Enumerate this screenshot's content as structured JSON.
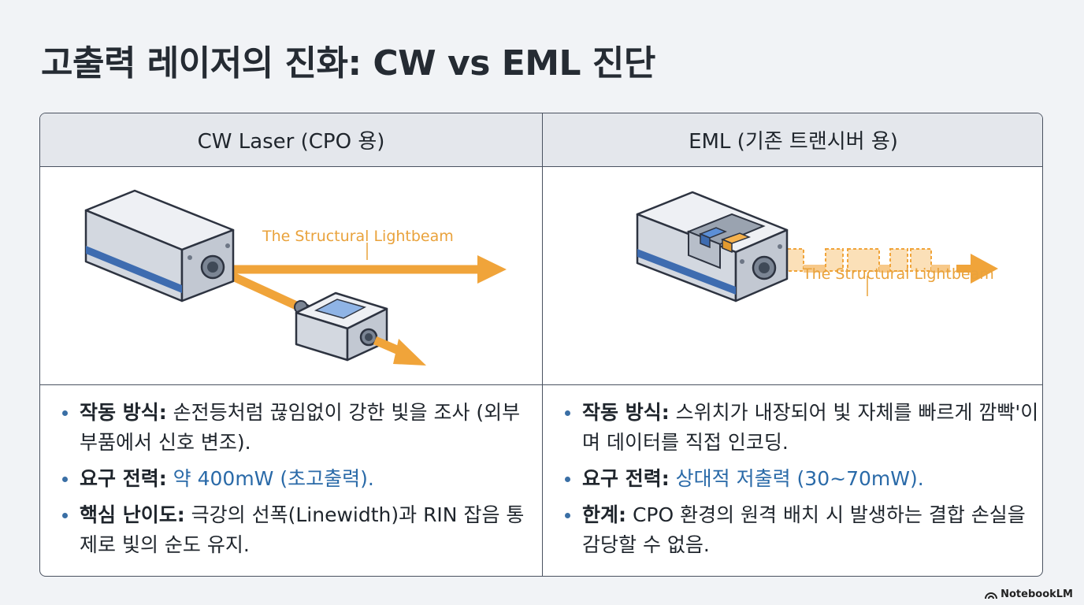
{
  "title": "고출력 레이저의 진화: CW vs EML 진단",
  "columns": [
    {
      "header": "CW Laser (CPO 용)",
      "beam_label": "The Structural Lightbeam",
      "bullets": [
        {
          "label": "작동 방식:",
          "text": "손전등처럼 끊임없이 강한 빛을 조사 (외부 부품에서 신호 변조).",
          "highlight": false
        },
        {
          "label": "요구 전력:",
          "text": "약 400mW (초고출력).",
          "highlight": true
        },
        {
          "label": "핵심 난이도:",
          "text": "극강의 선폭(Linewidth)과 RIN 잡음 통제로 빛의 순도 유지.",
          "highlight": false
        }
      ]
    },
    {
      "header": "EML (기존 트랜시버 용)",
      "beam_label": "The Structural Lightbeam",
      "bullets": [
        {
          "label": "작동 방식:",
          "text": "스위치가 내장되어 빛 자체를 빠르게 깜빡'이며 데이터를 직접 인코딩.",
          "highlight": false
        },
        {
          "label": "요구 전력:",
          "text": "상대적 저출력 (30~70mW).",
          "highlight": true
        },
        {
          "label": "한계:",
          "text": "CPO 환경의 원격 배치 시 발생하는 결합 손실을 감당할 수 없음.",
          "highlight": false
        }
      ]
    }
  ],
  "brand": "NotebookLM",
  "colors": {
    "accent": "#f0a43a",
    "highlight_text": "#2a6aa8",
    "stripe": "#3e6cb0"
  },
  "icons": [
    "laser-module-icon",
    "modulator-module-icon",
    "beam-arrow-icon",
    "pulse-beam-icon",
    "notebooklm-logo-icon"
  ]
}
